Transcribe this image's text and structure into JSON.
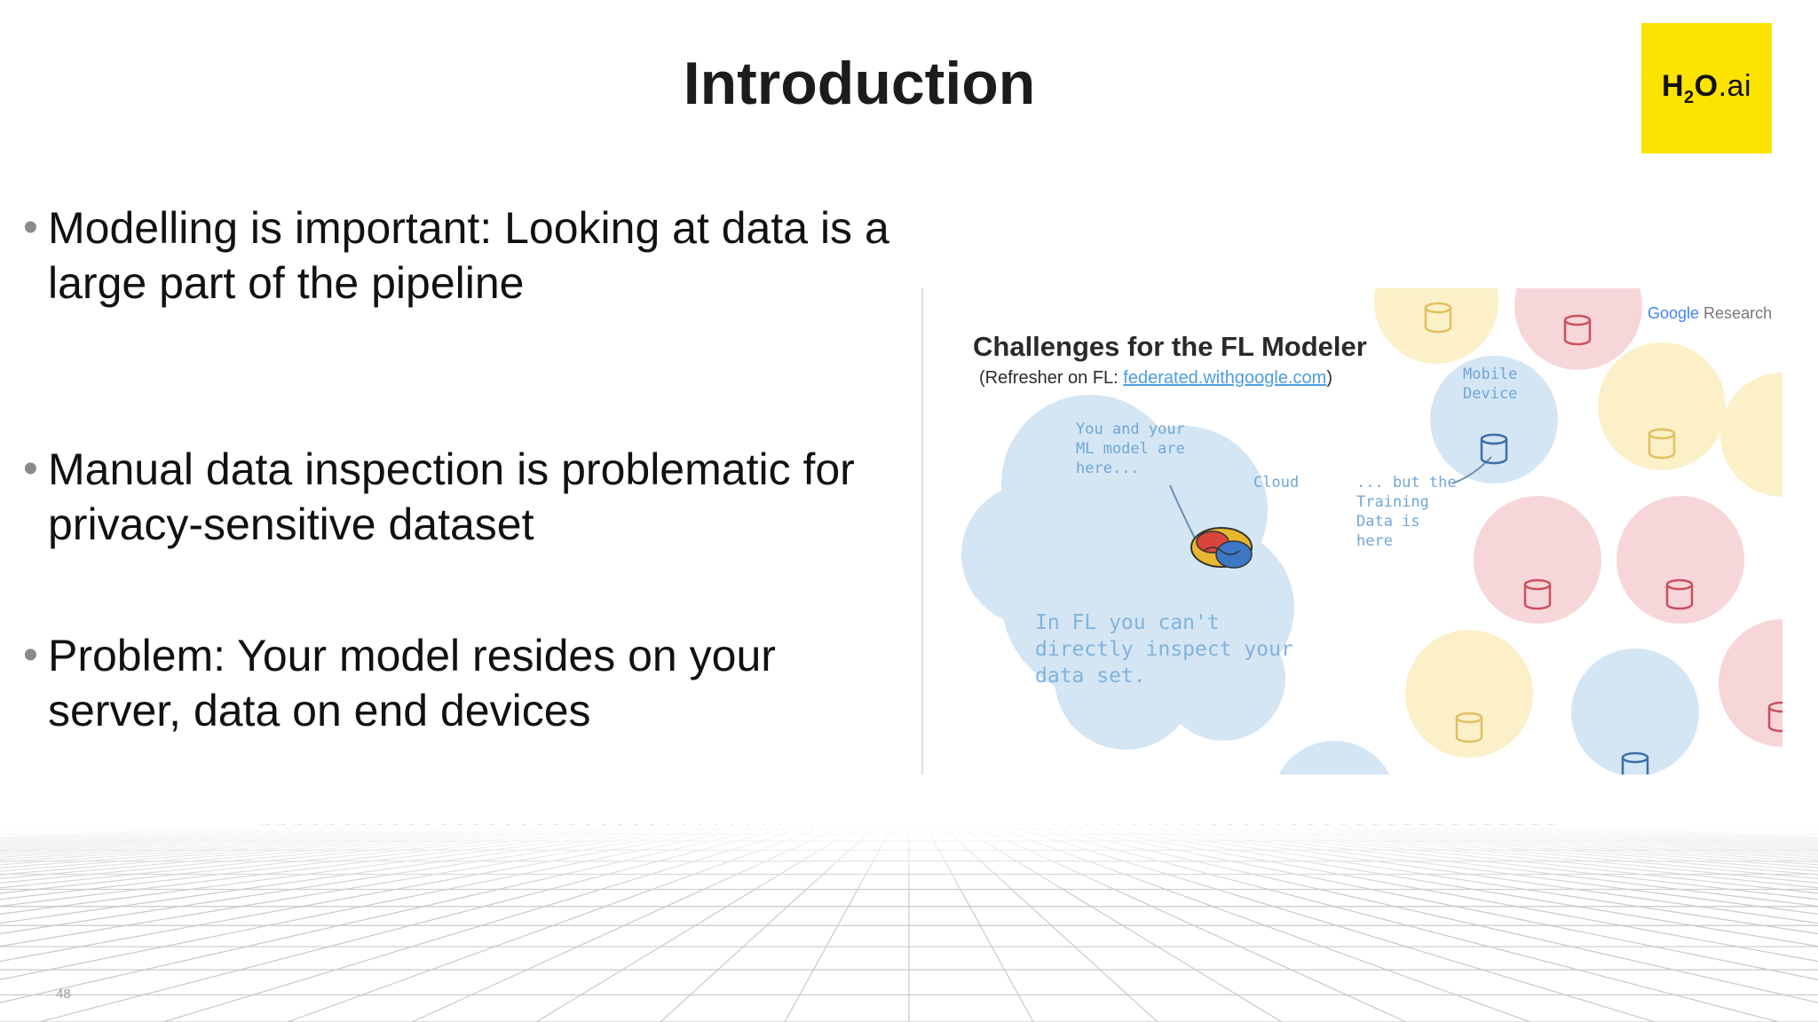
{
  "slide": {
    "title": "Introduction",
    "page_number": "48",
    "logo": {
      "h": "H",
      "two": "2",
      "o": "O",
      "ai": ".ai",
      "color": "#fde400"
    },
    "bullets": [
      "Modelling is important: Looking at data is a large part of the pipeline",
      "Manual data inspection is problematic for privacy-sensitive dataset",
      "Problem: Your model resides on your server, data on end devices"
    ]
  },
  "figure": {
    "title": "Challenges for the FL Modeler",
    "subtitle_prefix": "(Refresher on FL: ",
    "link": "federated.withgoogle.com",
    "subtitle_suffix": ")",
    "brand_google": "Google",
    "brand_research": " Research",
    "label_mobile_device": "Mobile\nDevice",
    "label_you": "You and your\nML model are\nhere...",
    "label_cloud": "Cloud",
    "label_training": "... but the\nTraining\nData is\nhere",
    "cloud_text": "In FL you can't\ndirectly inspect your\ndata set.",
    "colors": {
      "blue": "#d4e5f4",
      "red": "#f7d6da",
      "yellow": "#fbf0c8",
      "text_blue": "#6fa7d6"
    }
  }
}
